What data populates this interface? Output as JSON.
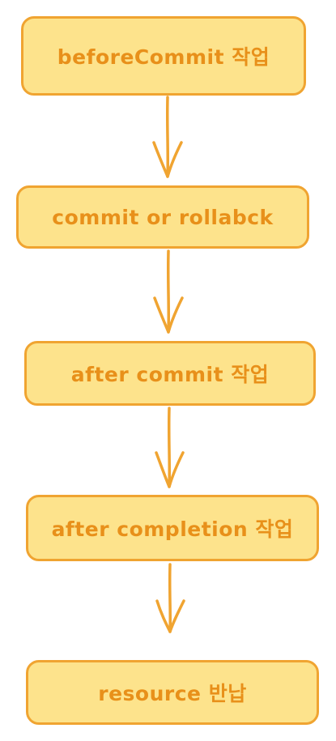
{
  "diagram": {
    "nodes": [
      {
        "id": "before_commit",
        "label": "beforeCommit 작업"
      },
      {
        "id": "commit_or_rollback",
        "label": "commit or rollabck"
      },
      {
        "id": "after_commit",
        "label": "after commit 작업"
      },
      {
        "id": "after_completion",
        "label": "after completion 작업"
      },
      {
        "id": "resource_return",
        "label": "resource 반납"
      }
    ],
    "edges": [
      {
        "from": "before_commit",
        "to": "commit_or_rollback"
      },
      {
        "from": "commit_or_rollback",
        "to": "after_commit"
      },
      {
        "from": "after_commit",
        "to": "after_completion"
      },
      {
        "from": "after_completion",
        "to": "resource_return"
      }
    ],
    "colors": {
      "box_fill": "#fde38c",
      "box_stroke": "#f0a431",
      "text": "#e8901a"
    }
  }
}
